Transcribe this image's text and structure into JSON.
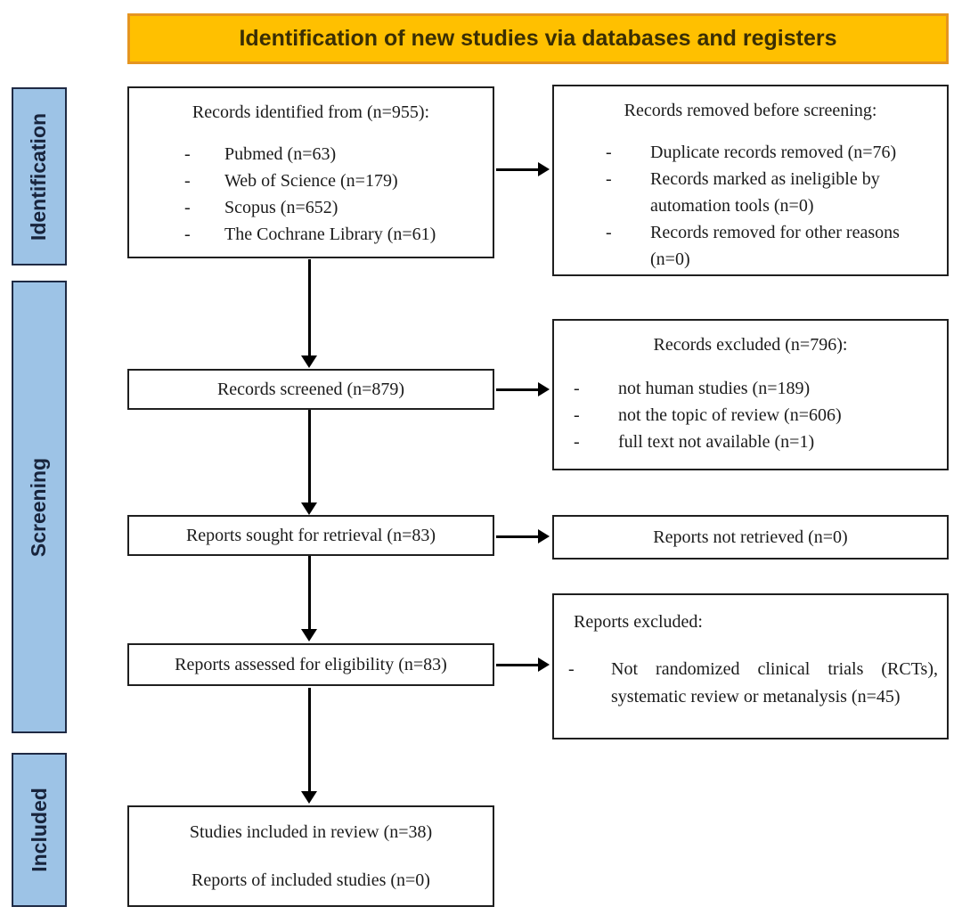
{
  "banner": {
    "title": "Identification of new studies via databases and registers"
  },
  "sidebar": {
    "labels": [
      {
        "id": "identification",
        "text": "Identification"
      },
      {
        "id": "screening",
        "text": "Screening"
      },
      {
        "id": "included",
        "text": "Included"
      }
    ]
  },
  "boxes": {
    "records_identified": {
      "title": "Records identified from (n=955):",
      "items": [
        "Pubmed (n=63)",
        "Web of Science (n=179)",
        "Scopus (n=652)",
        "The Cochrane Library (n=61)"
      ]
    },
    "records_removed": {
      "title": "Records removed before screening:",
      "items": [
        "Duplicate records removed (n=76)",
        "Records marked as ineligible by automation tools (n=0)",
        "Records removed for other reasons (n=0)"
      ]
    },
    "records_screened": {
      "title": "Records screened (n=879)"
    },
    "records_excluded": {
      "title": "Records excluded (n=796):",
      "items": [
        "not human studies (n=189)",
        "not the topic of review (n=606)",
        "full text not available (n=1)"
      ]
    },
    "reports_sought": {
      "title": "Reports sought for retrieval (n=83)"
    },
    "reports_not_retrieved": {
      "title": "Reports not retrieved (n=0)"
    },
    "reports_assessed": {
      "title": "Reports assessed for eligibility (n=83)"
    },
    "reports_excluded": {
      "title": "Reports excluded:",
      "items": [
        "Not randomized clinical trials (RCTs), systematic review or metanalysis (n=45)"
      ]
    },
    "studies_included": {
      "lines": [
        "Studies included in review (n=38)",
        "Reports of included studies (n=0)"
      ]
    }
  },
  "colors": {
    "banner_bg": "#FFC000",
    "banner_border": "#E59520",
    "banner_text": "#3A2E04",
    "sidebar_bg": "#9DC3E6",
    "sidebar_border": "#1F2A44",
    "sidebar_text": "#18243C",
    "box_border": "#1F1F1F",
    "box_text": "#1B1B1B",
    "arrow": "#000000"
  }
}
